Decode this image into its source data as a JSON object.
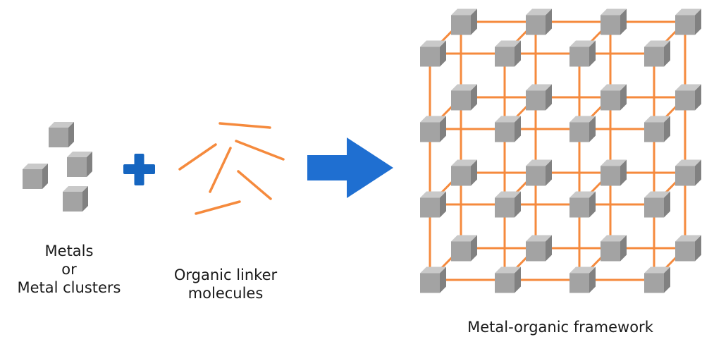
{
  "colors": {
    "cube_front": "#a3a3a3",
    "cube_top": "#c9c9c9",
    "cube_side": "#818181",
    "linker": "#f58a3d",
    "plus": "#1565c0",
    "arrow": "#1f6fd1",
    "text": "#1a1a1a"
  },
  "metals": {
    "caption_line1": "Metals",
    "caption_line2": "or",
    "caption_line3": "Metal clusters"
  },
  "operator": {
    "symbol_name": "plus-icon"
  },
  "linkers": {
    "caption_line1": "Organic linker",
    "caption_line2": "molecules"
  },
  "process": {
    "symbol_name": "right-arrow-icon"
  },
  "framework": {
    "caption": "Metal-organic framework",
    "grid_columns": 4,
    "grid_rows": 4,
    "grid_layers": 2
  }
}
